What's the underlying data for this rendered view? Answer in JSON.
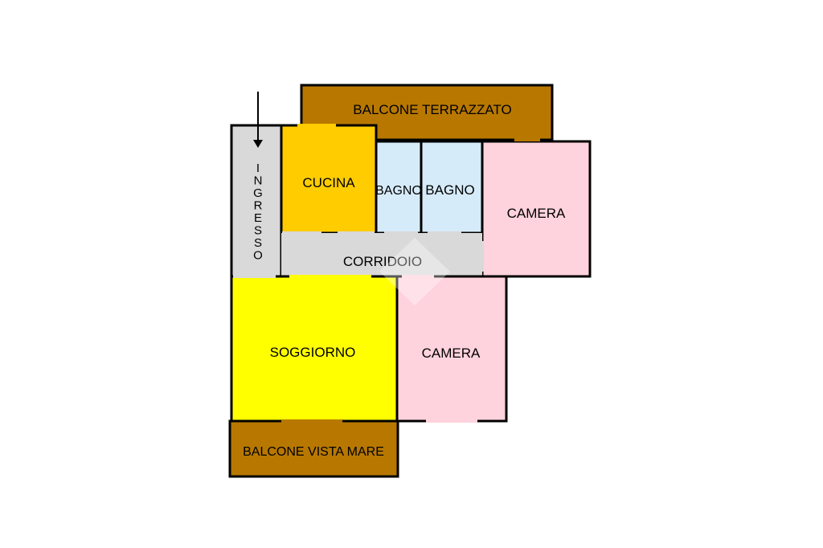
{
  "floorplan": {
    "rooms": {
      "balcone_terrazzato": {
        "label": "BALCONE TERRAZZATO",
        "color": "#b87800"
      },
      "ingresso": {
        "label": "INGRESSO",
        "color": "#d9d9d9"
      },
      "cucina": {
        "label": "CUCINA",
        "color": "#ffcc00"
      },
      "bagno_1": {
        "label": "BAGNO",
        "color": "#d6ebf9"
      },
      "bagno_2": {
        "label": "BAGNO",
        "color": "#d6ebf9"
      },
      "camera_1": {
        "label": "CAMERA",
        "color": "#ffd3dd"
      },
      "corridoio": {
        "label": "CORRIDOIO",
        "color": "#d9d9d9"
      },
      "soggiorno": {
        "label": "SOGGIORNO",
        "color": "#ffff00"
      },
      "camera_2": {
        "label": "CAMERA",
        "color": "#ffd3dd"
      },
      "balcone_vista_mare": {
        "label": "BALCONE VISTA MARE",
        "color": "#b87800"
      }
    },
    "wall_color": "#000000"
  }
}
